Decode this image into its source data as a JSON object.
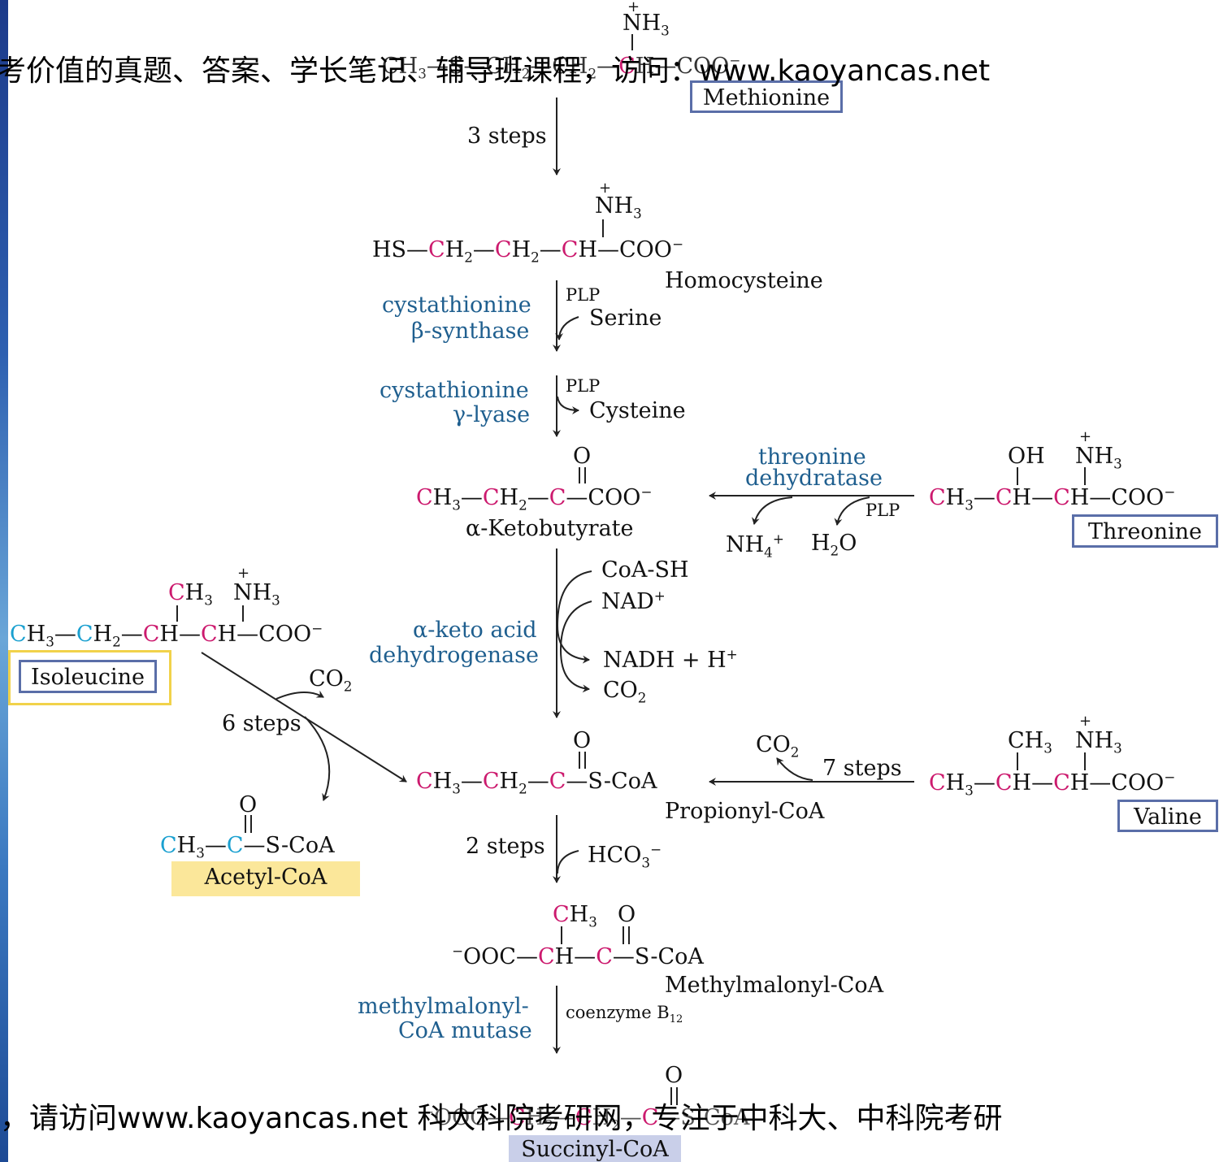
{
  "watermark": {
    "top": "考价值的真题、答案、学长笔记、辅导班课程，访问：www.kaoyancas.net",
    "bottom": "，请访问www.kaoyancas.net 科大科院考研网，专注于中科大、中科院考研"
  },
  "compounds": {
    "methionine": "Methionine",
    "homocysteine": "Homocysteine",
    "ketobutyrate": "α-Ketobutyrate",
    "threonine": "Threonine",
    "isoleucine": "Isoleucine",
    "propionyl_coa": "Propionyl-CoA",
    "valine": "Valine",
    "acetyl_coa": "Acetyl-CoA",
    "methylmalonyl_coa": "Methylmalonyl-CoA",
    "succinyl_coa": "Succinyl-CoA"
  },
  "enzymes": {
    "cbs_1": "cystathionine",
    "cbs_2": "β-synthase",
    "cgl_1": "cystathionine",
    "cgl_2": "γ-lyase",
    "td_1": "threonine",
    "td_2": "dehydratase",
    "kad_1": "α-keto acid",
    "kad_2": "dehydrogenase",
    "mcm_1": "methylmalonyl-",
    "mcm_2": "CoA mutase"
  },
  "steps": {
    "met_steps": "3 steps",
    "ile_steps": "6 steps",
    "val_steps": "7 steps",
    "prop_steps": "2 steps"
  },
  "cofactors": {
    "plp1": "PLP",
    "serine": "Serine",
    "plp2": "PLP",
    "cysteine": "Cysteine",
    "plp3": "PLP",
    "nh4": "NH",
    "h2o": "H",
    "coash": "CoA-SH",
    "nad": "NAD",
    "nadh": "NADH + H",
    "co2": "CO",
    "hco3": "HCO",
    "b12": "coenzyme B"
  },
  "colors": {
    "magenta": "#cc1a6e",
    "cyan": "#1aa0d0",
    "enzyme_blue": "#1f5f8f",
    "box_border": "#5a6ea8",
    "acetyl_fill": "#fbe79a",
    "succinyl_fill": "#c9cfe9"
  }
}
